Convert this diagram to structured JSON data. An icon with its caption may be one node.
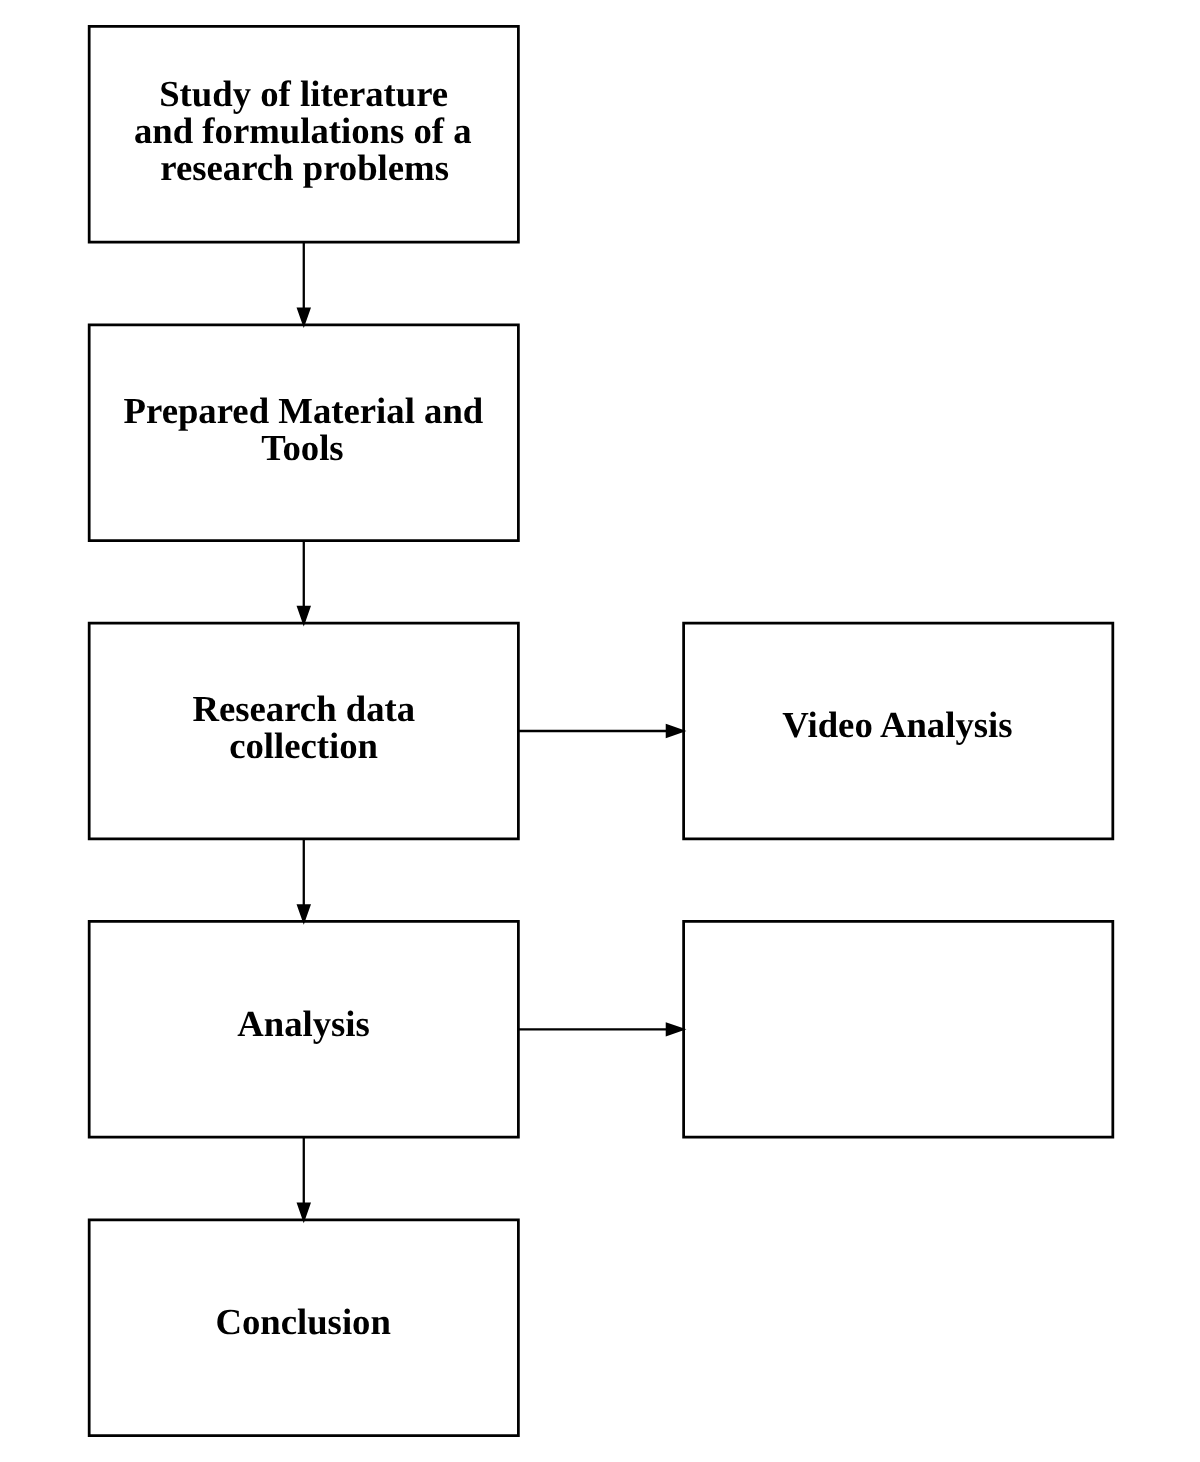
{
  "diagram": {
    "nodes": [
      {
        "text": [
          "Study of literature and formulations of a research problems"
        ]
      },
      {
        "text": [
          "Prepared Material and Tools"
        ]
      },
      {
        "text": [
          "Research data collection"
        ]
      },
      {
        "text": [
          "Video Analysis"
        ]
      },
      {
        "text": [
          "Analysis"
        ]
      },
      {
        "text": [],
        "shape": "box"
      },
      {
        "text": [
          "Conclusion"
        ]
      }
    ],
    "edges": [
      {
        "from": 0,
        "to": 1,
        "arrow": "to"
      },
      {
        "from": 1,
        "to": 2,
        "arrow": "to"
      },
      {
        "from": 2,
        "to": 3,
        "arrow": "to"
      },
      {
        "from": 2,
        "to": 4,
        "arrow": "to"
      },
      {
        "from": 4,
        "to": 5,
        "arrow": "to"
      },
      {
        "from": 4,
        "to": 6,
        "arrow": "to"
      }
    ]
  }
}
